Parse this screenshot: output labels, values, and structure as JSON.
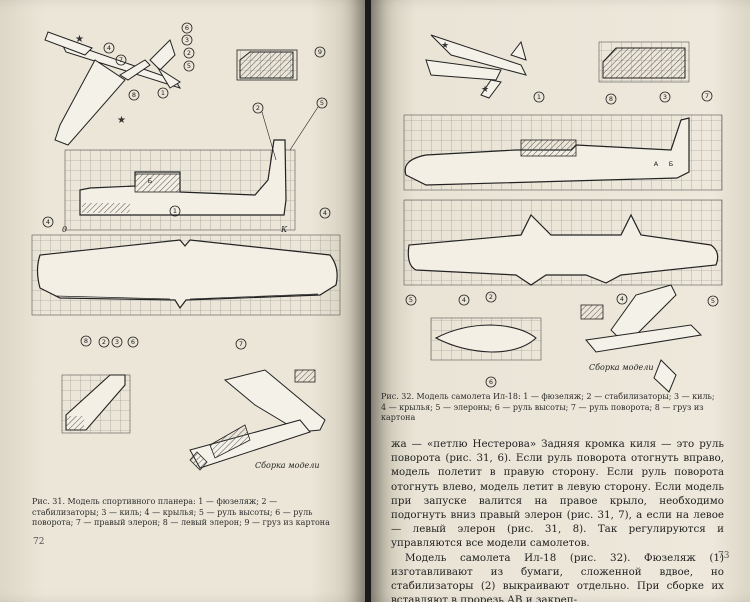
{
  "left_page": {
    "page_number": "72",
    "caption": "Рис. 31. Модель спортивного планера: 1 — фюзеляж; 2 — стабилизаторы; 3 — киль; 4 — крылья; 5 — руль высоты; 6 — руль поворота; 7 — правый элерон; 8 — левый элерон; 9 — груз из картона",
    "figure_labels": {
      "c1": "1",
      "c2": "2",
      "c3": "3",
      "c4": "4",
      "c5": "5",
      "c6": "6",
      "c7": "7",
      "c8": "8",
      "c9": "9",
      "fus_o": "0",
      "fus_k": "К",
      "fus_b": "Б",
      "assembly_note": "Сборка модели"
    }
  },
  "right_page": {
    "page_number": "73",
    "caption": "Рис. 32. Модель самолета Ил-18: 1 — фюзеляж; 2 — стабилизаторы; 3 — киль; 4 — крылья; 5 — элероны; 6 — руль высоты; 7 — руль поворота; 8 — груз из картона",
    "figure_labels": {
      "c1": "1",
      "c2": "2",
      "c3": "3",
      "c4": "4",
      "c5": "5",
      "c6": "6",
      "c7": "7",
      "c8": "8",
      "fus_a": "А",
      "fus_b": "Б",
      "assembly_note": "Сборка модели"
    },
    "body": [
      "жа — «петлю Нестерова» Задняя кромка киля — это руль поворота (рис. 31, 6). Если руль поворота отогнуть вправо, модель полетит в правую сторону. Если руль поворота отогнуть влево, модель летит в левую сторону. Если модель при запуске валится на правое крыло, необходимо подогнуть вниз правый элерон (рис. 31, 7), а если на левое — левый элерон (рис. 31, 8). Так регулируются и управляются все модели самолетов.",
      "Модель самолета Ил-18 (рис. 32). Фюзеляж (1) изготавливают из бумаги, сложенной вдвое, но стабилизаторы (2) выкраивают отдельно. При сборке их вставляют в прорезь АВ и закреп-"
    ]
  },
  "colors": {
    "paper": "#e9e4d6",
    "grid": "#8a8a8a",
    "ink": "#222222",
    "hatch": "#555555"
  }
}
